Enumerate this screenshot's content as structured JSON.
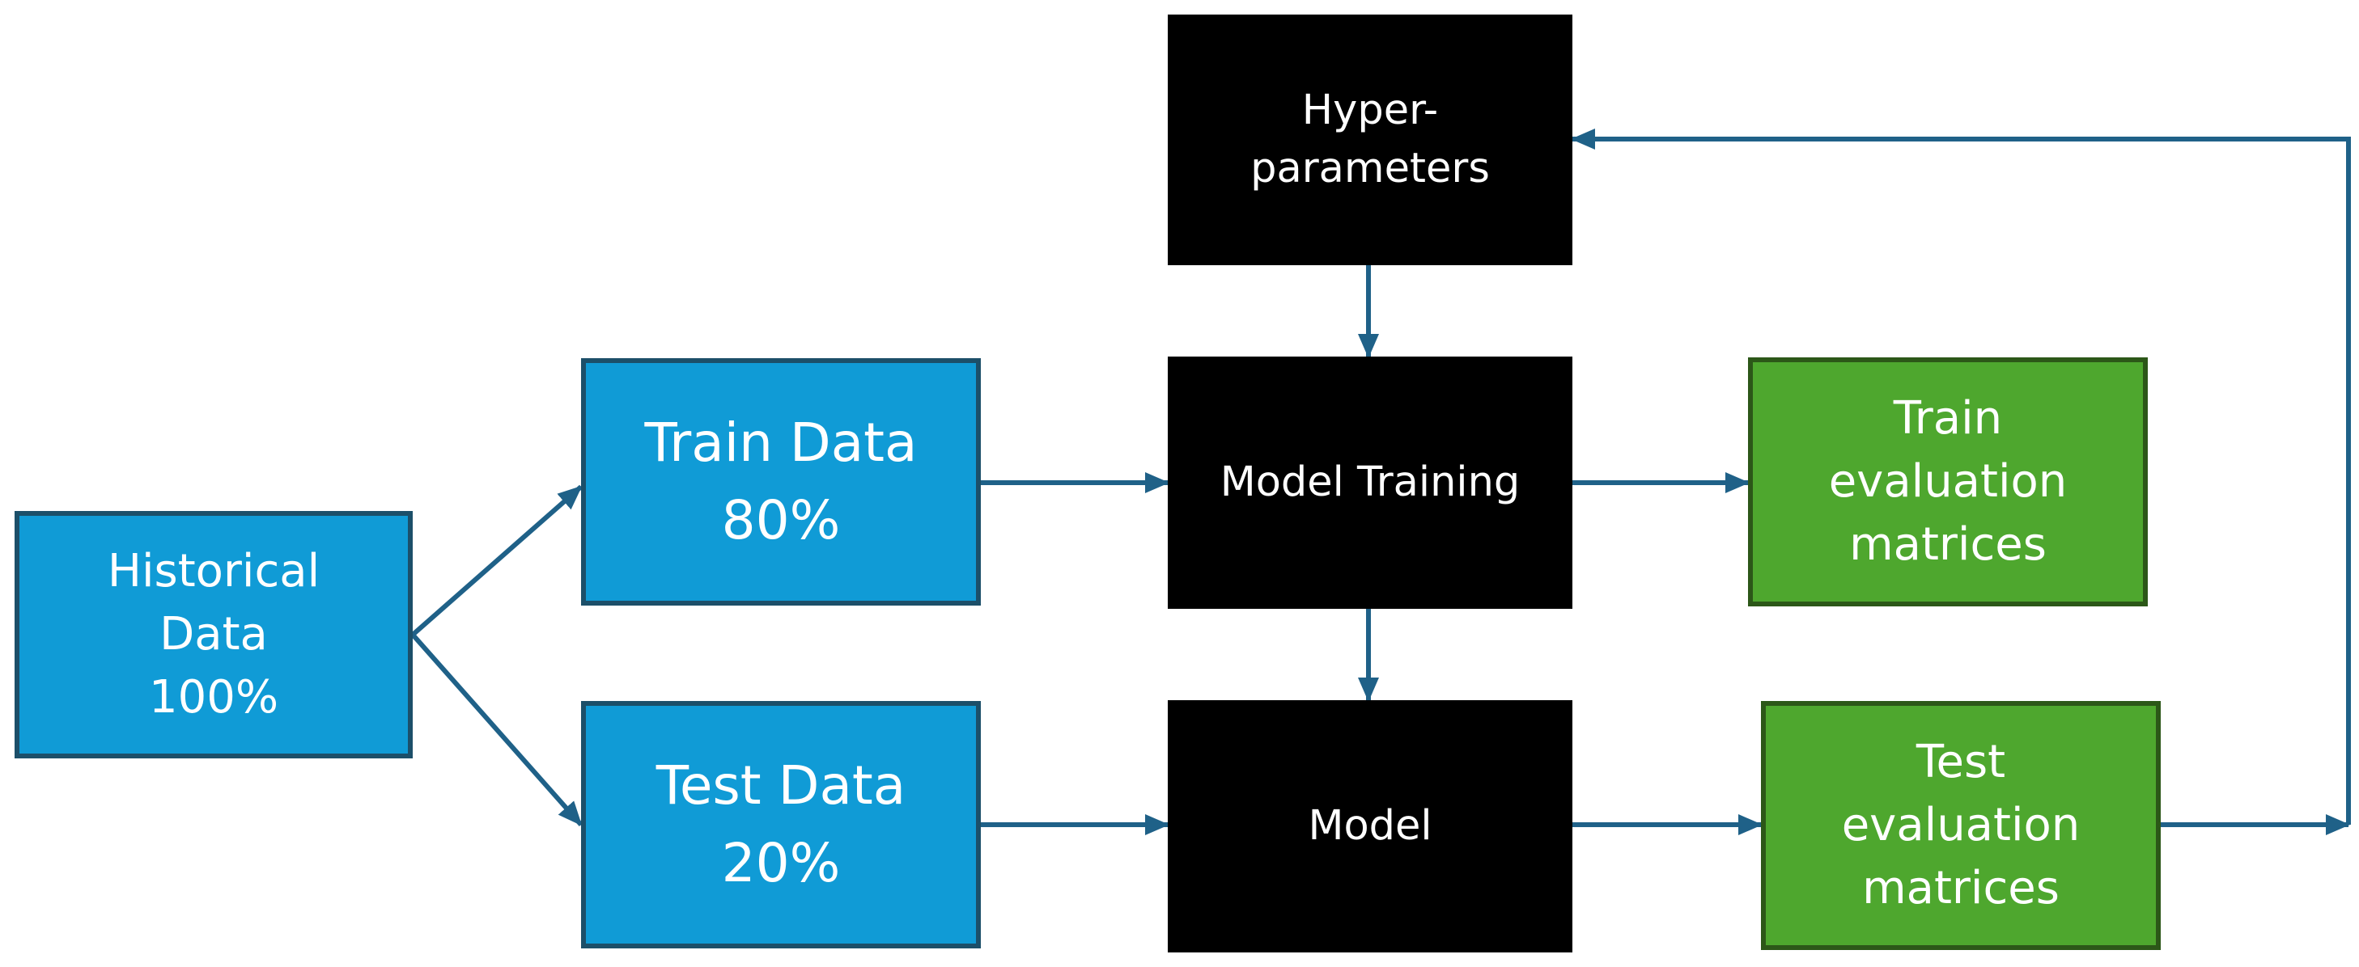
{
  "nodes": {
    "historical": {
      "label": "Historical\nData\n100%"
    },
    "train_data": {
      "label": "Train Data\n80%"
    },
    "test_data": {
      "label": "Test Data\n20%"
    },
    "hyperparameters": {
      "label": "Hyper-\nparameters"
    },
    "model_training": {
      "label": "Model Training"
    },
    "model": {
      "label": "Model"
    },
    "train_evaluation": {
      "label": "Train\nevaluation\nmatrices"
    },
    "test_evaluation": {
      "label": "Test\nevaluation\nmatrices"
    }
  },
  "colors": {
    "arrow": "#1f6188",
    "data_box_fill": "#109bd6",
    "data_box_border": "#1c4f69",
    "model_box_fill": "#000000",
    "eval_box_fill": "#4ea72e",
    "eval_box_border": "#2c5718",
    "text": "#ffffff"
  }
}
